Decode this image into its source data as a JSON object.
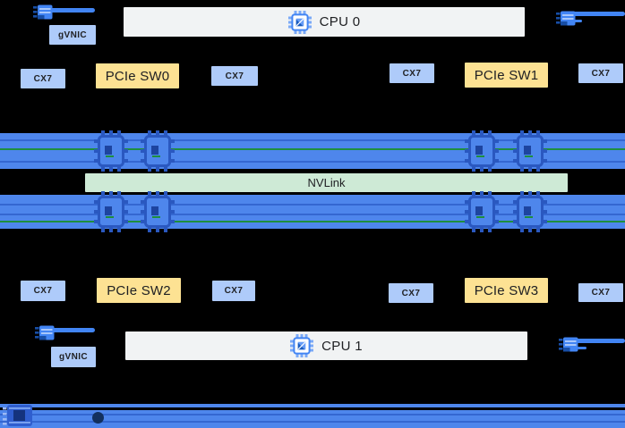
{
  "colors": {
    "background": "#000000",
    "board_blue": "#4e86ec",
    "box_blue": "#aecbfa",
    "box_yellow": "#fde293",
    "nvlink_green": "#ceead6",
    "cpu_gray": "#f1f3f4",
    "wire_dark": "#3467d1",
    "wire_green": "#1e8e3e",
    "text_dark": "#202124",
    "line_blue": "#4285f4"
  },
  "cpus": [
    {
      "label": "CPU 0"
    },
    {
      "label": "CPU 1"
    }
  ],
  "nvlink": {
    "label": "NVLink"
  },
  "gvnics": [
    {
      "label": "gVNIC"
    },
    {
      "label": "gVNIC"
    }
  ],
  "pcie_switches": [
    {
      "label": "PCIe SW0"
    },
    {
      "label": "PCIe SW1"
    },
    {
      "label": "PCIe SW2"
    },
    {
      "label": "PCIe SW3"
    }
  ],
  "cx7_nics": [
    {
      "label": "CX7"
    },
    {
      "label": "CX7"
    },
    {
      "label": "CX7"
    },
    {
      "label": "CX7"
    },
    {
      "label": "CX7"
    },
    {
      "label": "CX7"
    },
    {
      "label": "CX7"
    },
    {
      "label": "CX7"
    }
  ],
  "icons": {
    "cpu_chip": "cpu-chip-icon",
    "gpu_chip": "gpu-chip-icon",
    "nic_card": "nic-card-icon",
    "bottom_chip": "accelerator-chip-icon"
  }
}
